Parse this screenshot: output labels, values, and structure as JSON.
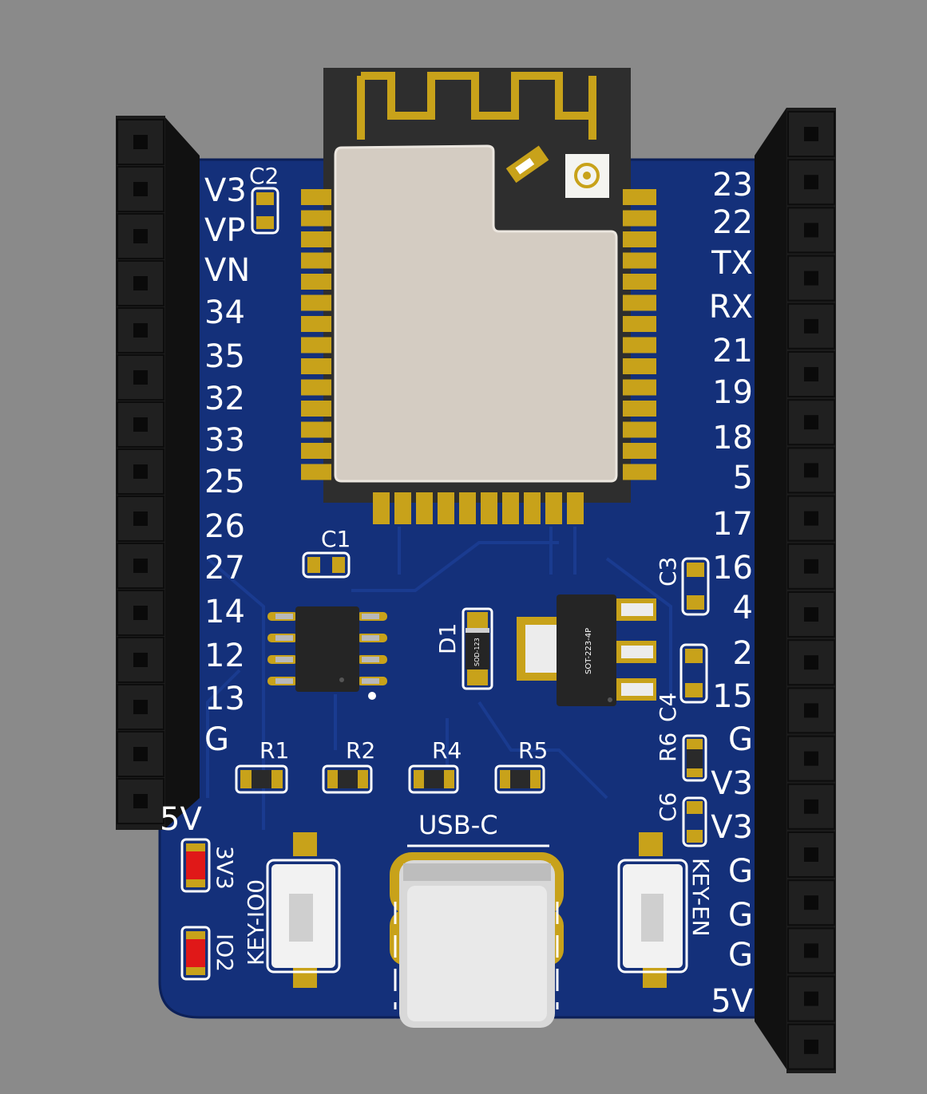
{
  "left_labels": [
    "V3",
    "VP",
    "VN",
    "34",
    "35",
    "32",
    "33",
    "25",
    "26",
    "27",
    "14",
    "12",
    "13",
    "G",
    "5V"
  ],
  "right_labels": [
    "23",
    "22",
    "TX",
    "RX",
    "21",
    "19",
    "18",
    "5",
    "17",
    "16",
    "4",
    "2",
    "15",
    "G",
    "V3",
    "V3",
    "G",
    "G",
    "G",
    "5V"
  ],
  "component_labels": {
    "c1": "C1",
    "c2": "C2",
    "c3": "C3",
    "c4": "C4",
    "c6": "C6",
    "d1": "D1",
    "r1": "R1",
    "r2": "R2",
    "r4": "R4",
    "r5": "R5",
    "r6": "R6",
    "usb": "USB-C",
    "key_io0": "KEY-IO0",
    "key_en": "KEY-EN",
    "led_3v3": "3V3",
    "led_io2": "IO2",
    "diode_marking": "SOD-123",
    "regulator_marking": "SOT-223-4P"
  },
  "colors": {
    "background": "#8a8a8a",
    "pcb": "#14307a",
    "copper": "#c8a21a",
    "header": "#1c1c1c",
    "module_shield": "#d4ccc2",
    "silkscreen": "#ffffff",
    "led_red": "#e01818"
  }
}
